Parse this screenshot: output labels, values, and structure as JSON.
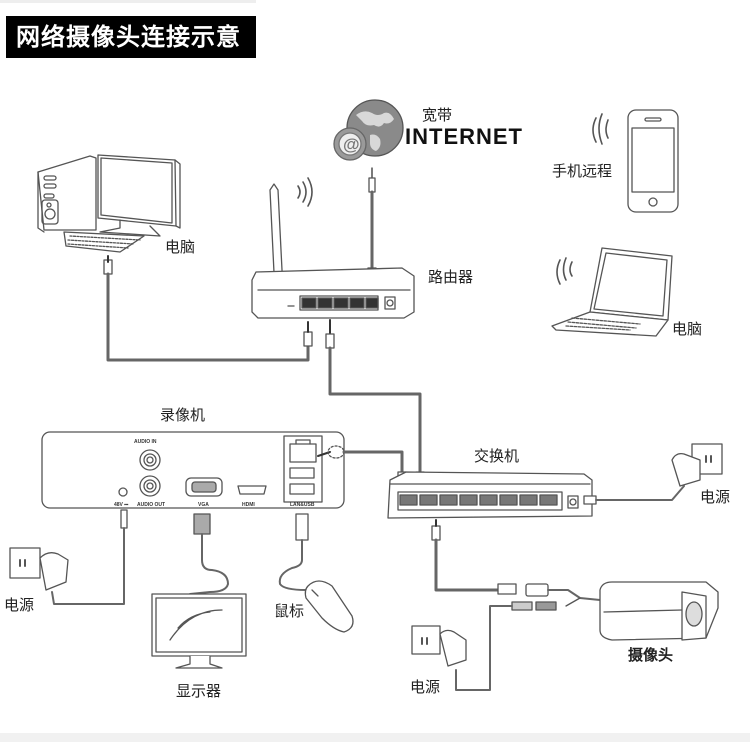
{
  "title": "网络摄像头连接示意图",
  "labels": {
    "broadband": "宽带",
    "internet": "INTERNET",
    "pc": "电脑",
    "router": "路由器",
    "phone_remote": "手机远程",
    "laptop": "电脑",
    "nvr": "录像机",
    "switch": "交换机",
    "power_switch": "电源",
    "power_nvr": "电源",
    "power_camera": "电源",
    "mouse": "鼠标",
    "monitor": "显示器",
    "camera": "摄像头"
  },
  "nvr_ports": {
    "audio_in": "AUDIO IN",
    "audio_out": "AUDIO OUT",
    "dc": "48V ⎓",
    "vga": "VGA",
    "hdmi": "HDMI",
    "lan_usb": "LAN&USB"
  },
  "colors": {
    "title_bg": "#000000",
    "title_fg": "#ffffff",
    "line": "#555555",
    "cable": "#666666"
  }
}
